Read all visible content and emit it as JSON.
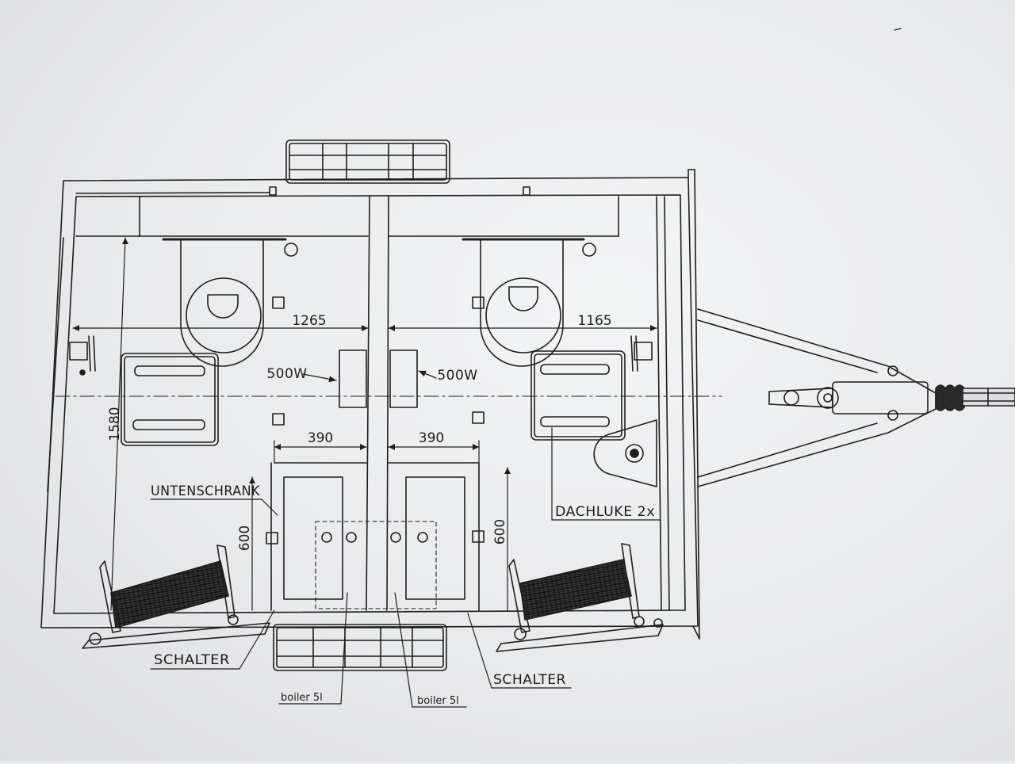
{
  "dimensions": {
    "width_left": "1265",
    "width_right": "1165",
    "depth": "1580",
    "cabinet_left": "390",
    "cabinet_right": "390",
    "height_left": "600",
    "height_right": "600"
  },
  "labels": {
    "heater_left": "500W",
    "heater_right": "500W",
    "under_cabinet": "UNTENSCHRANK",
    "roof_hatch": "DACHLUKE 2x",
    "switch_left": "SCHALTER",
    "switch_right": "SCHALTER",
    "boiler_left": "boiler 5l",
    "boiler_right": "boiler 5l"
  }
}
